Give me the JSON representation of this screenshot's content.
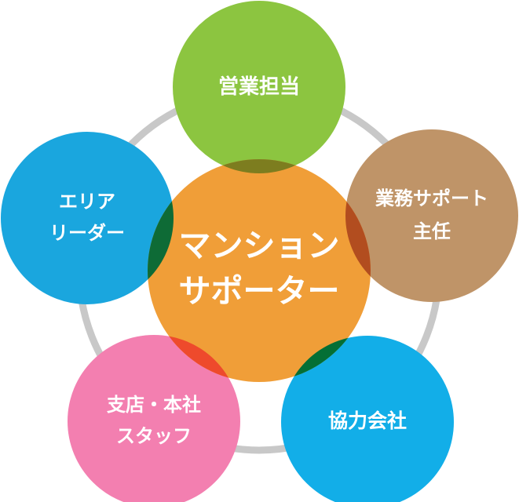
{
  "center": {
    "lines": [
      "マンション",
      "サポーター"
    ],
    "color": "#f09e38"
  },
  "nodes": [
    {
      "id": "sales",
      "lines": [
        "営業担当"
      ],
      "color": "#8cc540",
      "overlap_color": "#7d7d1f"
    },
    {
      "id": "business-support",
      "lines": [
        "業務サポート",
        "主任"
      ],
      "color": "#bf9468",
      "overlap_color": "#b24d1f"
    },
    {
      "id": "partner",
      "lines": [
        "協力会社"
      ],
      "color": "#12aee8",
      "overlap_color": "#046f35"
    },
    {
      "id": "branch-staff",
      "lines": [
        "支店・本社",
        "スタッフ"
      ],
      "color": "#f37fb0",
      "overlap_color": "#ee4a2c"
    },
    {
      "id": "area-leader",
      "lines": [
        "エリア",
        "リーダー"
      ],
      "color": "#1aa6de",
      "overlap_color": "#0e6b36"
    }
  ],
  "ring_color": "#c8c8c8"
}
